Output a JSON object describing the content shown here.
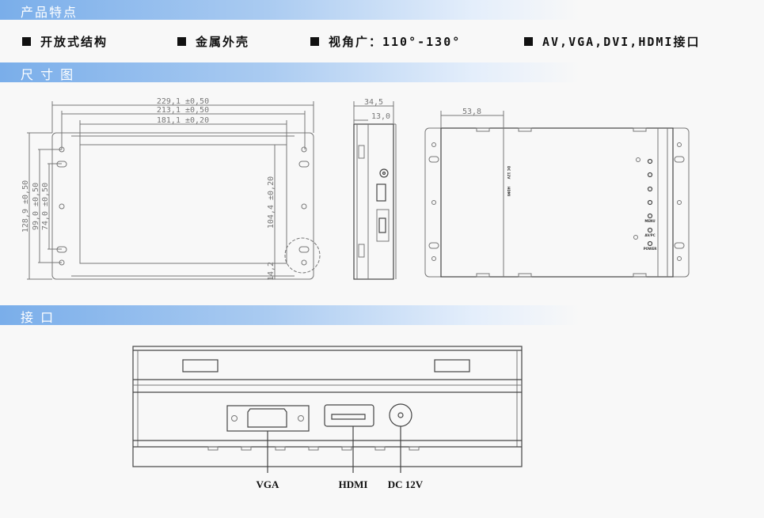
{
  "sections": {
    "features_title": "产品特点",
    "dimensions_title": "尺 寸 图",
    "interfaces_title": "接 口"
  },
  "features": [
    "开放式结构",
    "金属外壳",
    "视角广：110°-130°",
    "AV,VGA,DVI,HDMI接口"
  ],
  "front_view": {
    "width_overall": "229,1 ±0,50",
    "width_holes": "213,1 ±0,50",
    "width_screen": "181,1 ±0,20",
    "height_overall": "128,9 ±0,50",
    "height_holes_outer": "99,0 ±0,50",
    "height_holes_inner": "74,0 ±0,50",
    "height_screen": "104,4 ±0,20",
    "bottom_margin": "14,2"
  },
  "side_view": {
    "depth_overall": "34,5",
    "depth_bezel": "13,0"
  },
  "rear_view": {
    "offset": "53,8",
    "port_labels": [
      "DC 12V",
      "HDMI"
    ],
    "button_labels": [
      "MENU",
      "AV/PC",
      "POWER"
    ]
  },
  "interface_view": {
    "labels": [
      "VGA",
      "HDMI",
      "DC 12V"
    ]
  }
}
